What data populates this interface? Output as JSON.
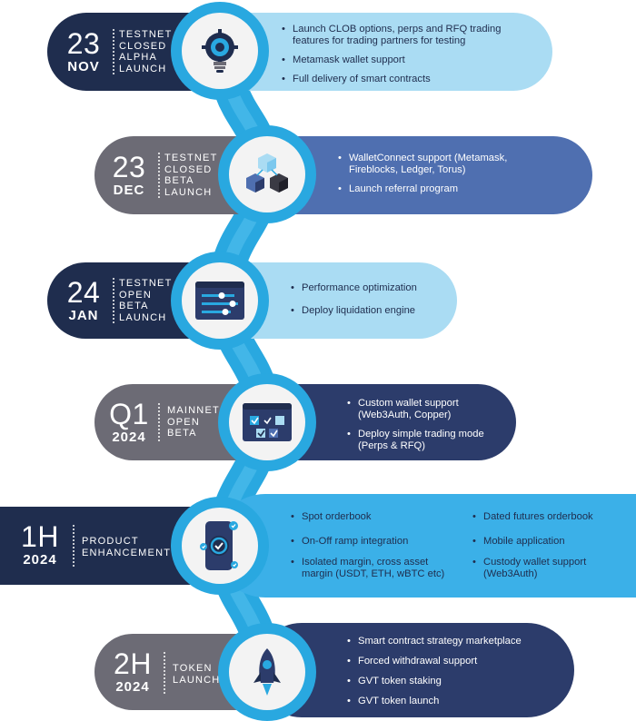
{
  "milestones": [
    {
      "big": "23",
      "small": "NOV",
      "status": [
        "TESTNET",
        "CLOSED",
        "ALPHA",
        "LAUNCH"
      ],
      "icon": "lightbulb-gear-icon",
      "features": [
        "Launch CLOB options, perps and RFQ trading features for trading partners for testing",
        "Metamask wallet support",
        "Full delivery of smart contracts"
      ]
    },
    {
      "big": "23",
      "small": "DEC",
      "status": [
        "TESTNET",
        "CLOSED",
        "BETA",
        "LAUNCH"
      ],
      "icon": "blockchain-cubes-icon",
      "features": [
        "WalletConnect support (Metamask, Fireblocks, Ledger, Torus)",
        "Launch referral program"
      ]
    },
    {
      "big": "24",
      "small": "JAN",
      "status": [
        "TESTNET",
        "OPEN",
        "BETA",
        "LAUNCH"
      ],
      "icon": "sliders-window-icon",
      "features": [
        "Performance optimization",
        "Deploy liquidation engine"
      ]
    },
    {
      "big": "Q1",
      "small": "2024",
      "status": [
        "MAINNET",
        "OPEN",
        "BETA"
      ],
      "icon": "checklist-window-icon",
      "features": [
        "Custom wallet support (Web3Auth, Copper)",
        "Deploy simple trading mode (Perps & RFQ)"
      ]
    },
    {
      "big": "1H",
      "small": "2024",
      "status": [
        "PRODUCT",
        "ENHANCEMENT"
      ],
      "icon": "mobile-shield-icon",
      "features_left": [
        "Spot orderbook",
        "On-Off ramp integration",
        "Isolated margin, cross asset margin (USDT, ETH, wBTC etc)"
      ],
      "features_right": [
        "Dated futures orderbook",
        "Mobile application",
        "Custody wallet support (Web3Auth)"
      ]
    },
    {
      "big": "2H",
      "small": "2024",
      "status": [
        "TOKEN",
        "LAUNCH"
      ],
      "icon": "rocket-icon",
      "features": [
        "Smart contract strategy marketplace",
        "Forced withdrawal support",
        "GVT token staking",
        "GVT token launch"
      ]
    }
  ],
  "colors": {
    "navy": "#1f2d4e",
    "gray": "#6c6b75",
    "light_blue": "#aadcf3",
    "mid_blue": "#4f6fb0",
    "sky_blue": "#3bb0e8",
    "dark_blue": "#2c3c6b",
    "connector": "#29a8e0"
  }
}
